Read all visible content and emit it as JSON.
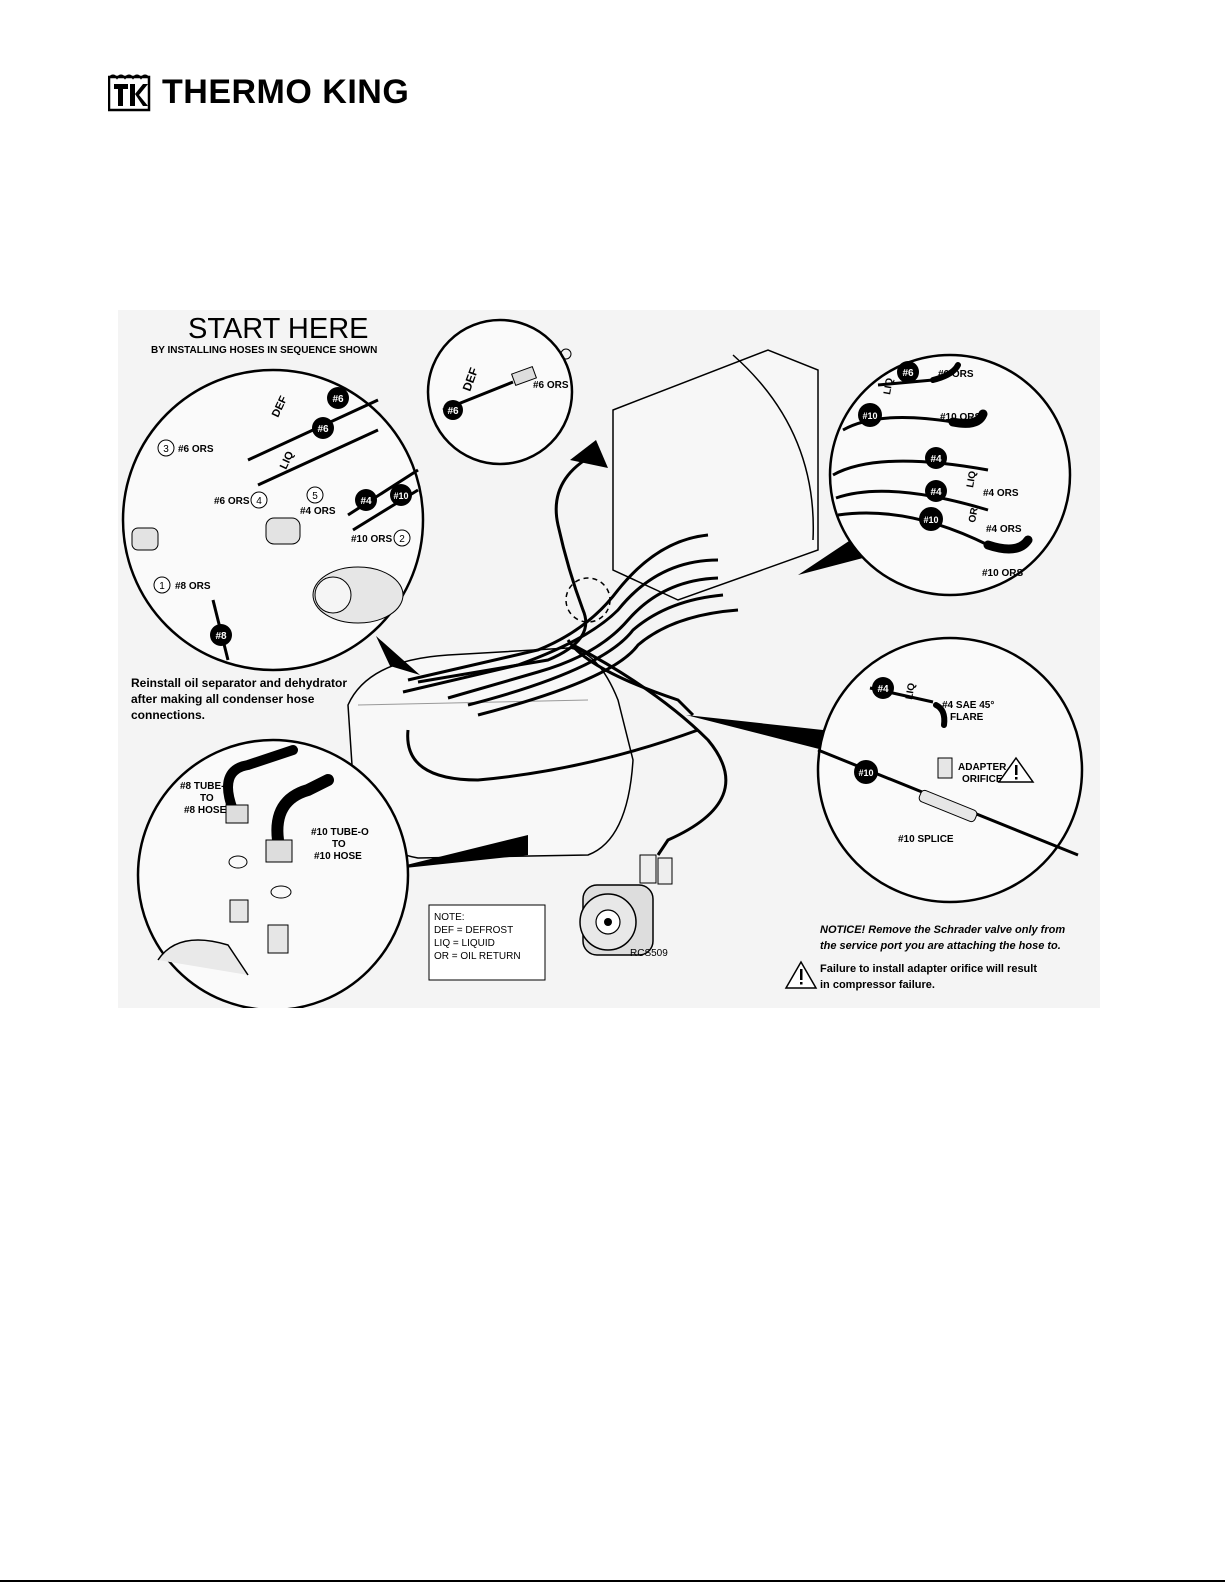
{
  "logo": {
    "brand": "THERMO KING",
    "mark_icon": "thermo-king-tk-icon"
  },
  "diagram": {
    "heading": "START HERE",
    "subheading": "BY INSTALLING HOSES IN SEQUENCE SHOWN",
    "reinstall_note": [
      "Reinstall oil separator and dehydrator",
      "after making all condenser hose",
      "connections."
    ],
    "left_detail": {
      "tags": [
        "#6",
        "#6",
        "#4",
        "#10",
        "#8"
      ],
      "hose_labels": [
        "DEF",
        "LIQ"
      ],
      "steps": [
        {
          "num": "3",
          "label": "#6 ORS"
        },
        {
          "num": "4",
          "label": "#6 ORS"
        },
        {
          "num": "5",
          "label": "#4 ORS"
        },
        {
          "num": "2",
          "label": "#10 ORS"
        },
        {
          "num": "1",
          "label": "#8 ORS"
        }
      ]
    },
    "top_detail": {
      "hose_label": "DEF",
      "tag": "#6",
      "fitting": "#6 ORS"
    },
    "right_detail": {
      "rows": [
        {
          "tag": "#6",
          "hose": "LIQ",
          "fitting": "#6 ORS"
        },
        {
          "tag": "#10",
          "hose": "",
          "fitting": "#10 ORS"
        },
        {
          "tag": "#4",
          "hose": "LIQ",
          "fitting": "#4 ORS"
        },
        {
          "tag": "#4",
          "hose": "OR",
          "fitting": "#4 ORS"
        },
        {
          "tag": "#10",
          "hose": "",
          "fitting": "#10 ORS"
        }
      ]
    },
    "lower_left_detail": {
      "fitting_a": [
        "#8 TUBE-O",
        "TO",
        "#8 HOSE"
      ],
      "fitting_b": [
        "#10 TUBE-O",
        "TO",
        "#10 HOSE"
      ]
    },
    "lower_right_detail": {
      "tag_a": "#4",
      "hose_a": "LIQ",
      "flare": [
        "#4 SAE 45°",
        "FLARE"
      ],
      "adapter": [
        "ADAPTER",
        "ORIFICE"
      ],
      "tag_b": "#10",
      "splice": "#10 SPLICE"
    },
    "note_box": [
      "NOTE:",
      "DEF = DEFROST",
      "LIQ = LIQUID",
      "OR = OIL RETURN"
    ],
    "figure_id": "RCS509",
    "notice": [
      "NOTICE! Remove the Schrader valve only from",
      "the service port you are attaching the hose to."
    ],
    "warning": [
      "Failure to install adapter orifice will result",
      "in compressor failure."
    ],
    "warning_icon": "warning-triangle-icon"
  }
}
